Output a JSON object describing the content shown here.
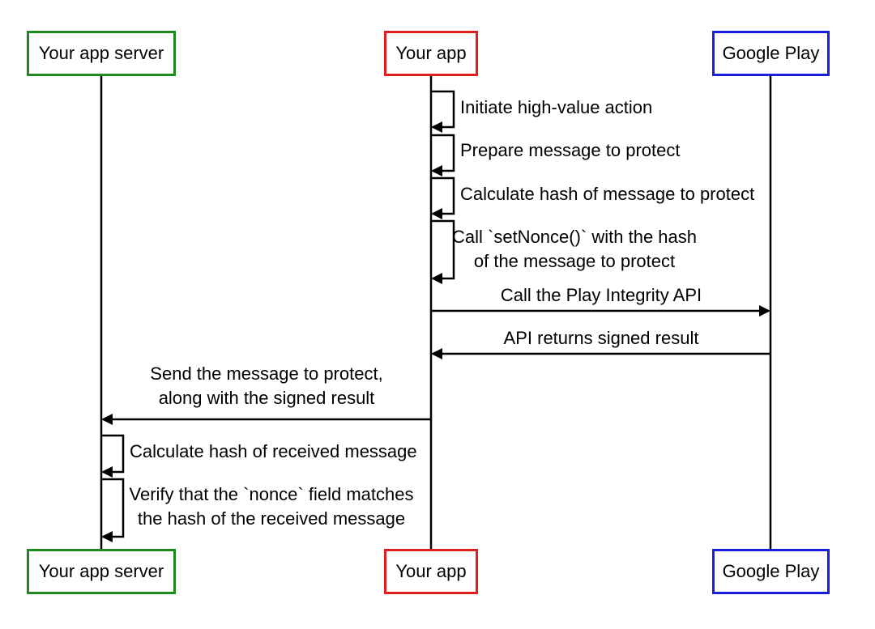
{
  "participants": {
    "server": {
      "label": "Your app server",
      "color": "#1e8a1e"
    },
    "app": {
      "label": "Your app",
      "color": "#e02020"
    },
    "play": {
      "label": "Google Play",
      "color": "#1c1cdc"
    }
  },
  "steps": {
    "s1": "Initiate high-value action",
    "s2": "Prepare message to protect",
    "s3": "Calculate hash of message to protect",
    "s4_line1": "Call `setNonce()` with the hash",
    "s4_line2": "of the message to protect",
    "s5": "Call the Play Integrity API",
    "s6": "API returns signed result",
    "s7_line1": "Send the message to protect,",
    "s7_line2": "along with the signed result",
    "s8": "Calculate hash of received message",
    "s9_line1": "Verify that the `nonce` field matches",
    "s9_line2": "the hash of the received message"
  }
}
